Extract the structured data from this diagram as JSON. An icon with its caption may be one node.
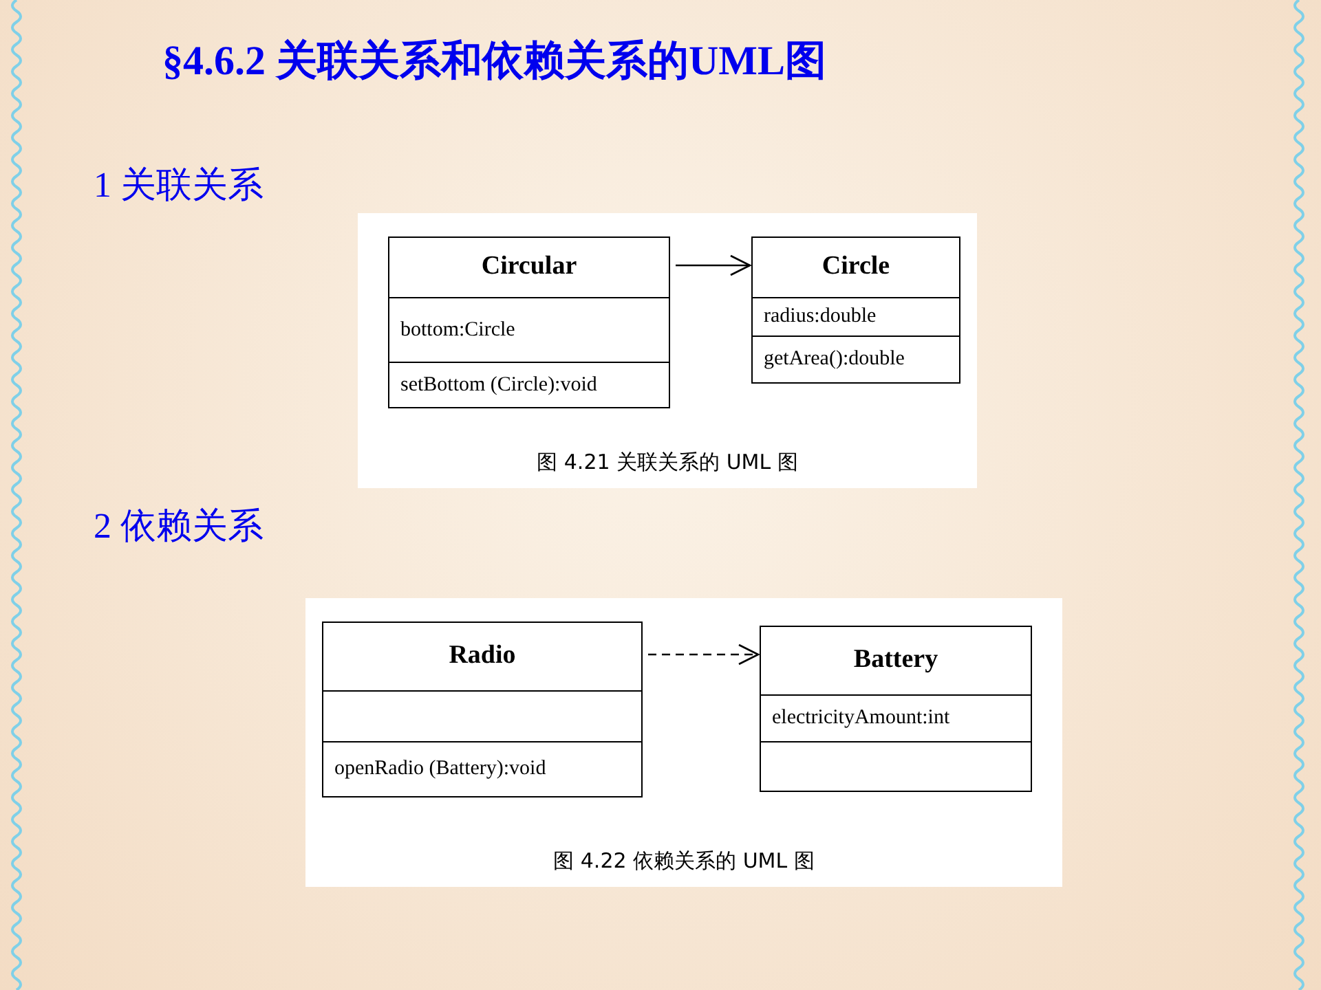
{
  "diagram": {
    "title": "§4.6.2 关联关系和依赖关系的UML图",
    "nodes": [
      {
        "text": [
          "图 4.21 关联关系的 UML 图"
        ]
      },
      {
        "text": [
          "Circular"
        ],
        "in": 0
      },
      {
        "text": [
          "bottom:Circle"
        ],
        "in": 1
      },
      {
        "text": [
          "setBottom (Circle):void"
        ],
        "in": 1
      },
      {
        "text": [
          "Circle"
        ],
        "in": 0
      },
      {
        "text": [
          "radius:double"
        ],
        "in": 4
      },
      {
        "text": [
          "getArea():double"
        ],
        "in": 4
      },
      {
        "text": [
          "图 4.22 依赖关系的 UML 图"
        ]
      },
      {
        "text": [
          "Radio"
        ],
        "in": 7
      },
      {
        "text": [],
        "shape": "box",
        "in": 8
      },
      {
        "text": [
          "openRadio (Battery):void"
        ],
        "in": 8
      },
      {
        "text": [
          "Battery"
        ],
        "in": 7
      },
      {
        "text": [
          "electricityAmount:int"
        ],
        "in": 11
      },
      {
        "text": [],
        "shape": "box",
        "in": 11
      }
    ],
    "edges": [
      {
        "from": 1,
        "to": 4,
        "arrow": "to"
      },
      {
        "from": 8,
        "to": 11,
        "arrow": "to",
        "style": "dashed"
      }
    ],
    "labels": [
      "1 关联关系",
      "2 依赖关系"
    ]
  }
}
